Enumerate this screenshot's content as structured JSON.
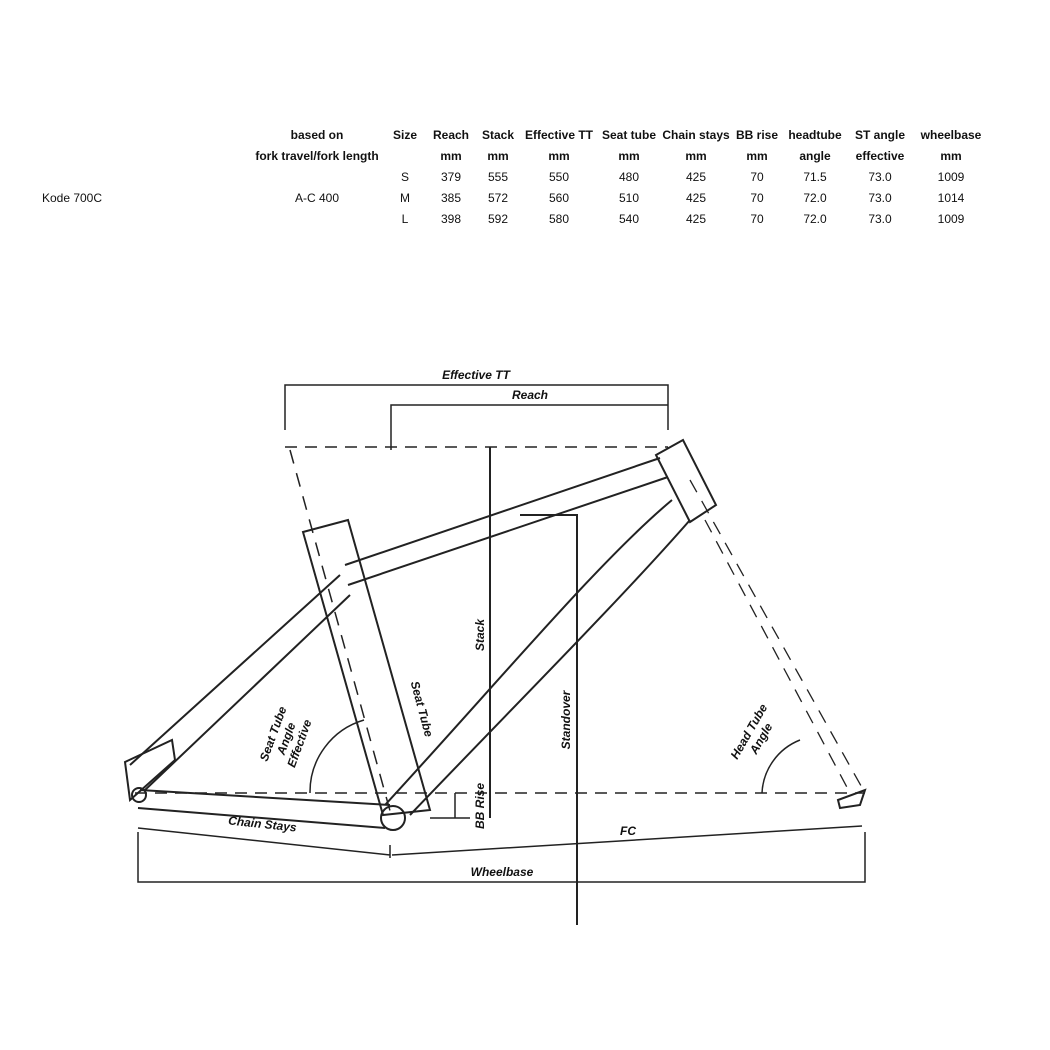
{
  "table": {
    "model": "Kode 700C",
    "fork": "A-C 400",
    "headers": [
      [
        "based on",
        "fork travel/fork length"
      ],
      [
        "Size",
        ""
      ],
      [
        "Reach",
        "mm"
      ],
      [
        "Stack",
        "mm"
      ],
      [
        "Effective TT",
        "mm"
      ],
      [
        "Seat tube",
        "mm"
      ],
      [
        "Chain stays",
        "mm"
      ],
      [
        "BB rise",
        "mm"
      ],
      [
        "headtube",
        "angle"
      ],
      [
        "ST angle",
        "effective"
      ],
      [
        "wheelbase",
        "mm"
      ]
    ],
    "rows": [
      [
        "S",
        "379",
        "555",
        "550",
        "480",
        "425",
        "70",
        "71.5",
        "73.0",
        "1009"
      ],
      [
        "M",
        "385",
        "572",
        "560",
        "510",
        "425",
        "70",
        "72.0",
        "73.0",
        "1014"
      ],
      [
        "L",
        "398",
        "592",
        "580",
        "540",
        "425",
        "70",
        "72.0",
        "73.0",
        "1009"
      ]
    ]
  },
  "diagram": {
    "effective_tt": "Effective TT",
    "reach": "Reach",
    "stack": "Stack",
    "seat_tube": "Seat Tube",
    "st_angle_1": "Seat Tube",
    "st_angle_2": "Angle",
    "st_angle_3": "Effective",
    "standover": "Standover",
    "head_tube_angle_1": "Head Tube",
    "head_tube_angle_2": "Angle",
    "bb_rise": "BB Rise",
    "chain_stays": "Chain Stays",
    "fc": "FC",
    "wheelbase": "Wheelbase"
  }
}
